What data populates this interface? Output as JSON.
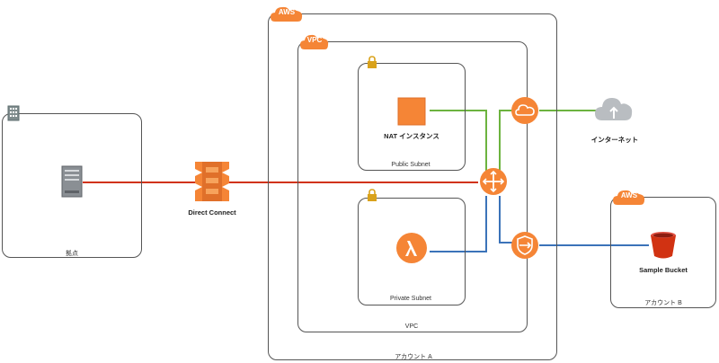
{
  "aws_badge_main": "AWS",
  "aws_badge_b": "AWS",
  "vpc_badge": "VPC",
  "site_label": "拠点",
  "direct_connect_label": "Direct Connect",
  "account_a_label": "アカウント A",
  "vpc_label": "VPC",
  "public_subnet_label": "Public Subnet",
  "private_subnet_label": "Private Subnet",
  "nat_label": "NAT インスタンス",
  "internet_label": "インターネット",
  "account_b_label": "アカウント B",
  "bucket_label": "Sample Bucket",
  "icons": [
    "building-icon",
    "server-icon",
    "direct-connect-icon",
    "nat-instance-icon",
    "lambda-icon",
    "router-icon",
    "internet-gateway-icon",
    "vpc-endpoint-icon",
    "internet-cloud-icon",
    "s3-bucket-icon",
    "lock-icon"
  ],
  "colors": {
    "aws_orange": "#f58536",
    "link_red": "#d13212",
    "link_green": "#6cb33f",
    "link_blue": "#3b73b9",
    "lock_gold": "#d9a21b"
  }
}
